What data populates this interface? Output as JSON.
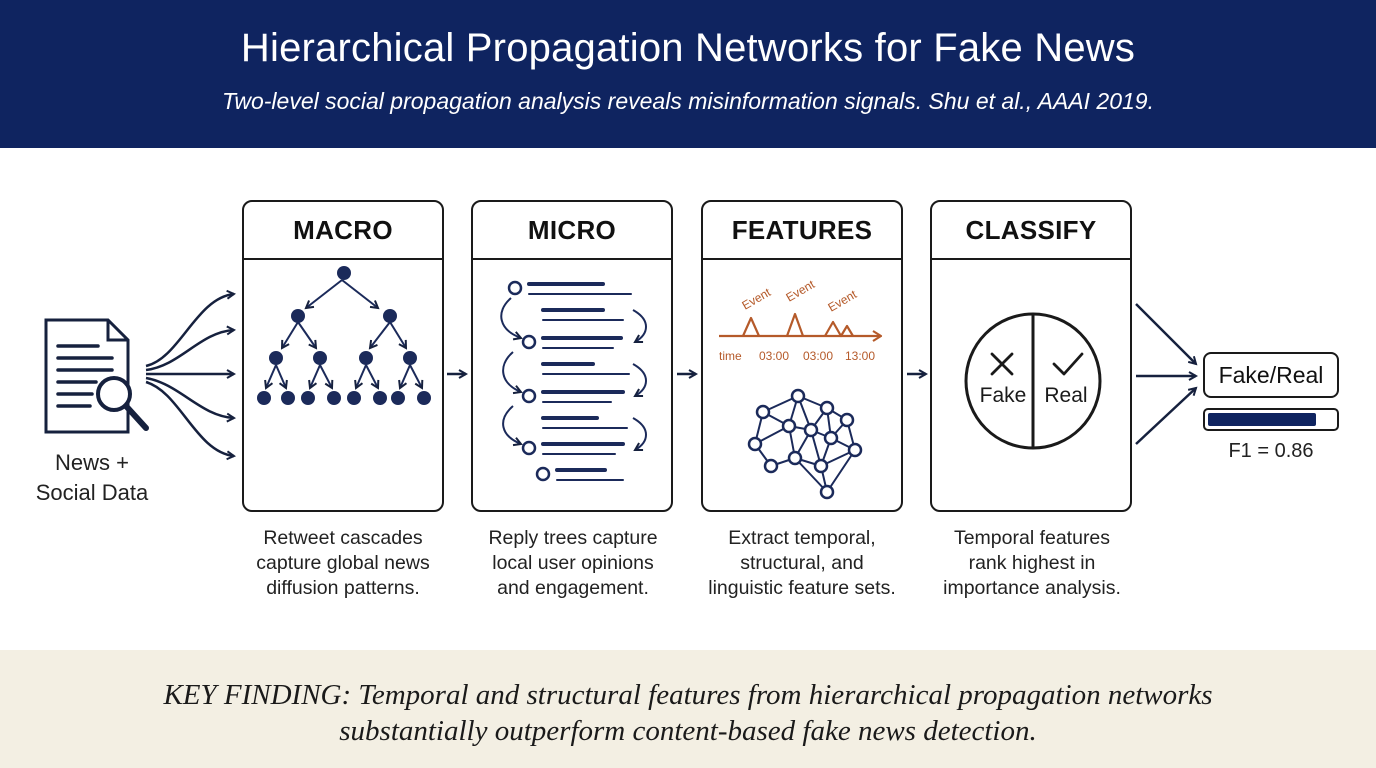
{
  "header": {
    "title": "Hierarchical Propagation Networks for Fake News",
    "subtitle": "Two-level social propagation analysis reveals misinformation signals. Shu et al., AAAI 2019."
  },
  "input": {
    "label_line1": "News +",
    "label_line2": "Social Data",
    "icon": "document-search-icon"
  },
  "stages": [
    {
      "title": "MACRO",
      "icon": "retweet-cascade-tree-icon",
      "desc": [
        "Retweet cascades",
        "capture global news",
        "diffusion patterns."
      ]
    },
    {
      "title": "MICRO",
      "icon": "reply-thread-icon",
      "desc": [
        "Reply trees capture",
        "local user opinions",
        "and engagement."
      ]
    },
    {
      "title": "FEATURES",
      "icon": "timeline-and-network-icon",
      "desc": [
        "Extract temporal,",
        "structural, and",
        "linguistic feature sets."
      ]
    },
    {
      "title": "CLASSIFY",
      "icon": "fake-real-split-icon",
      "desc": [
        "Temporal features",
        "rank highest in",
        "importance analysis."
      ]
    }
  ],
  "features_timeline": {
    "event_labels": [
      "Event",
      "Event",
      "Event"
    ],
    "axis_labels": [
      "time",
      "03:00",
      "03:00",
      "13:00"
    ]
  },
  "classify_circle": {
    "fake_label": "Fake",
    "real_label": "Real"
  },
  "result": {
    "label": "Fake/Real",
    "score_label": "F1 = 0.86",
    "score_value": 0.86
  },
  "footer": {
    "line1": "KEY FINDING: Temporal and structural features from hierarchical propagation networks",
    "line2": "substantially outperform content-based fake news detection."
  },
  "colors": {
    "navy": "#0f2460",
    "node": "#1b2a5a",
    "accent": "#b55a2a",
    "footer_bg": "#f3efe3"
  }
}
